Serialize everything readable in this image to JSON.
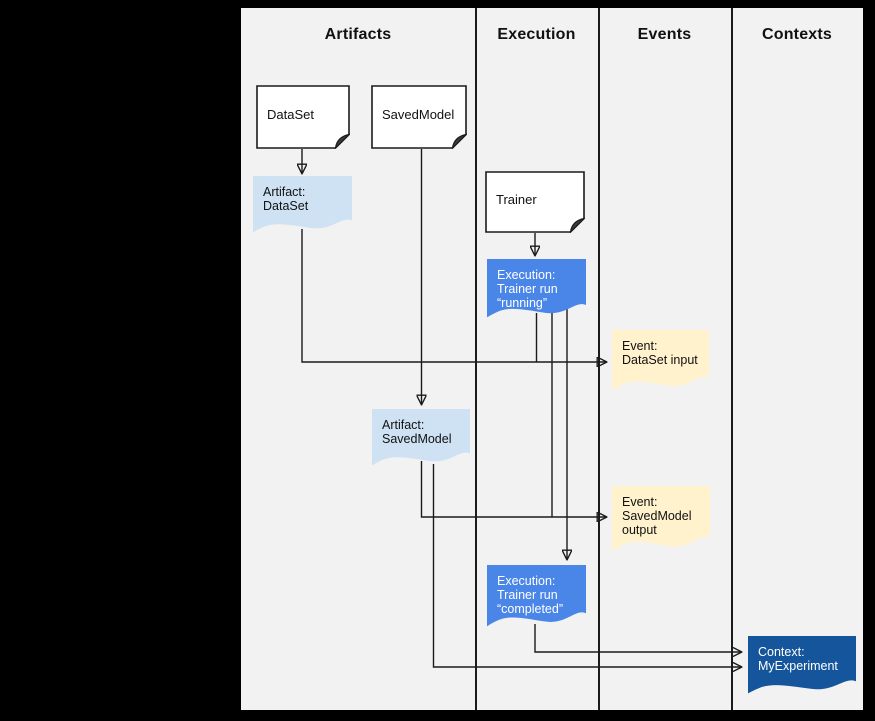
{
  "columns": [
    {
      "label": "Artifacts"
    },
    {
      "label": "Execution"
    },
    {
      "label": "Events"
    },
    {
      "label": "Contexts"
    }
  ],
  "nodes": {
    "dataset_doc": {
      "type": "document",
      "label": "DataSet"
    },
    "savedmodel_doc": {
      "type": "document",
      "label": "SavedModel"
    },
    "trainer_doc": {
      "type": "document",
      "label": "Trainer"
    },
    "artifact_dataset": {
      "type": "artifact",
      "label": "Artifact:\nDataSet"
    },
    "execution_running": {
      "type": "execution",
      "label": "Execution:\nTrainer run\n“running”"
    },
    "event_dataset_input": {
      "type": "event",
      "label": "Event:\nDataSet input"
    },
    "artifact_savedmodel": {
      "type": "artifact",
      "label": "Artifact:\nSavedModel"
    },
    "event_savedmodel_output": {
      "type": "event",
      "label": "Event:\nSavedModel\noutput"
    },
    "execution_completed": {
      "type": "execution",
      "label": "Execution:\nTrainer run\n“completed”"
    },
    "context_myexperiment": {
      "type": "context",
      "label": "Context:\nMyExperiment"
    }
  },
  "colors": {
    "background": "#f2f2f2",
    "page_surround": "#000000",
    "artifact_fill": "#cfe2f3",
    "execution_fill": "#4a86e8",
    "event_fill": "#fff2cc",
    "context_fill": "#15559c",
    "line": "#1b1b1b"
  }
}
